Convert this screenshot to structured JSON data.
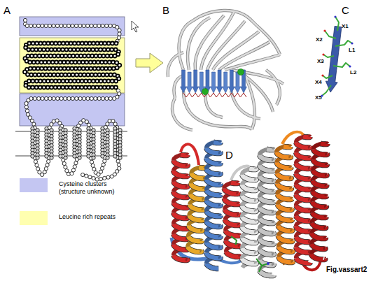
{
  "diagram": {
    "labels": [
      "A",
      "B",
      "C",
      "D",
      "X1",
      "X2",
      "L1",
      "X3",
      "L2",
      "X4",
      "X5",
      "Fig.vassart2"
    ],
    "legend": [
      {
        "text": "Cysteine clusters (structure unknown)",
        "color": "#c4c6f2"
      },
      {
        "text": "Leucine rich repeats",
        "color": "#ffffb0"
      }
    ]
  }
}
